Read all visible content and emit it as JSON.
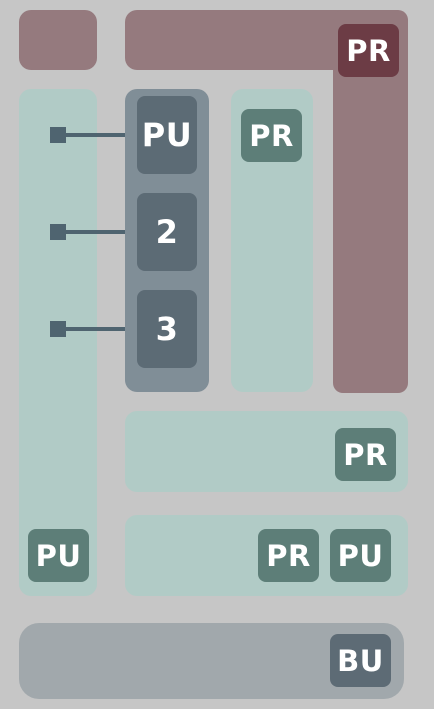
{
  "diagram": {
    "corner_block": {
      "label": "PR"
    },
    "left_column": {
      "label": "PU"
    },
    "slot_stack": {
      "slots": [
        {
          "label": "PU"
        },
        {
          "label": "2"
        },
        {
          "label": "3"
        }
      ]
    },
    "middle_column": {
      "label": "PR"
    },
    "row_one": {
      "label": "PR"
    },
    "row_two": {
      "labels": [
        "PR",
        "PU"
      ]
    },
    "bottom_bar": {
      "label": "BU"
    }
  },
  "colors": {
    "background": "#c6c6c6",
    "maroon_block": "#957a7e",
    "maroon_badge": "#6c3c45",
    "mint_block": "#b1cbc6",
    "teal_badge": "#5d7e78",
    "slate_container": "#808e97",
    "slate_slot": "#5c6b75",
    "gray_bar": "#a1a8ac",
    "connector": "#4f6470"
  }
}
